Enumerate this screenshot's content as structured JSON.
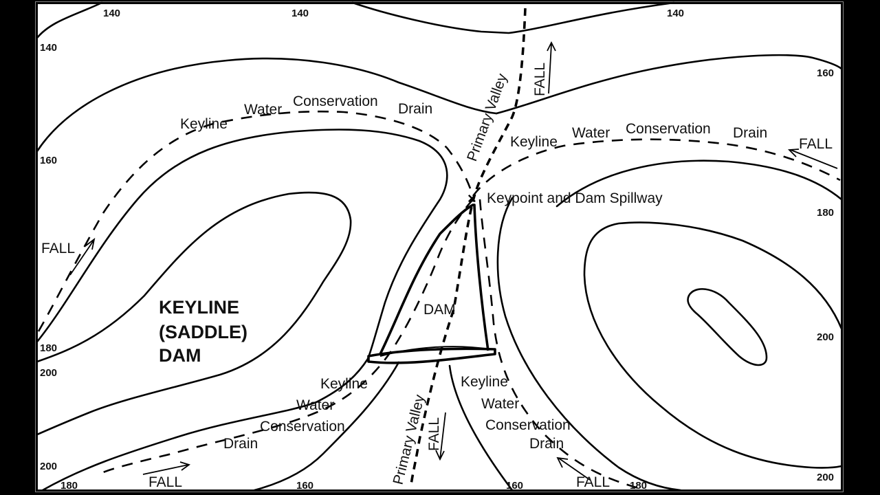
{
  "diagram": {
    "title_lines": [
      "KEYLINE",
      "(SADDLE)",
      "DAM"
    ],
    "dam_label": "DAM",
    "keypoint_label": "Keypoint and Dam Spillway",
    "keypoint_marker": "×",
    "primary_valley_upper": "Primary Valley",
    "primary_valley_lower": "Primary Valley",
    "drain_upper_left": [
      "Keyline",
      "Water",
      "Conservation",
      "Drain"
    ],
    "drain_upper_right": [
      "Keyline",
      "Water",
      "Conservation",
      "Drain"
    ],
    "drain_lower_left": [
      "Keyline",
      "Water",
      "Conservation",
      "Drain"
    ],
    "drain_lower_right": [
      "Keyline",
      "Water",
      "Conservation",
      "Drain"
    ],
    "fall_labels": {
      "left": "FALL",
      "upper_valley": "FALL",
      "upper_right": "FALL",
      "lower_valley": "FALL",
      "bottom_left": "FALL",
      "bottom_right": "FALL"
    },
    "elevation_labels": {
      "top_1": "140",
      "top_2": "140",
      "top_3": "140",
      "left_140": "140",
      "left_160": "160",
      "left_180": "180",
      "left_200": "200",
      "left_200b": "200",
      "right_160": "160",
      "right_180": "180",
      "right_200": "200",
      "right_200b": "200",
      "bottom_180": "180",
      "bottom_160": "160",
      "bottom_160b": "160",
      "bottom_180b": "180"
    },
    "colors": {
      "line": "#000000",
      "background": "#ffffff",
      "frame": "#000000"
    }
  }
}
